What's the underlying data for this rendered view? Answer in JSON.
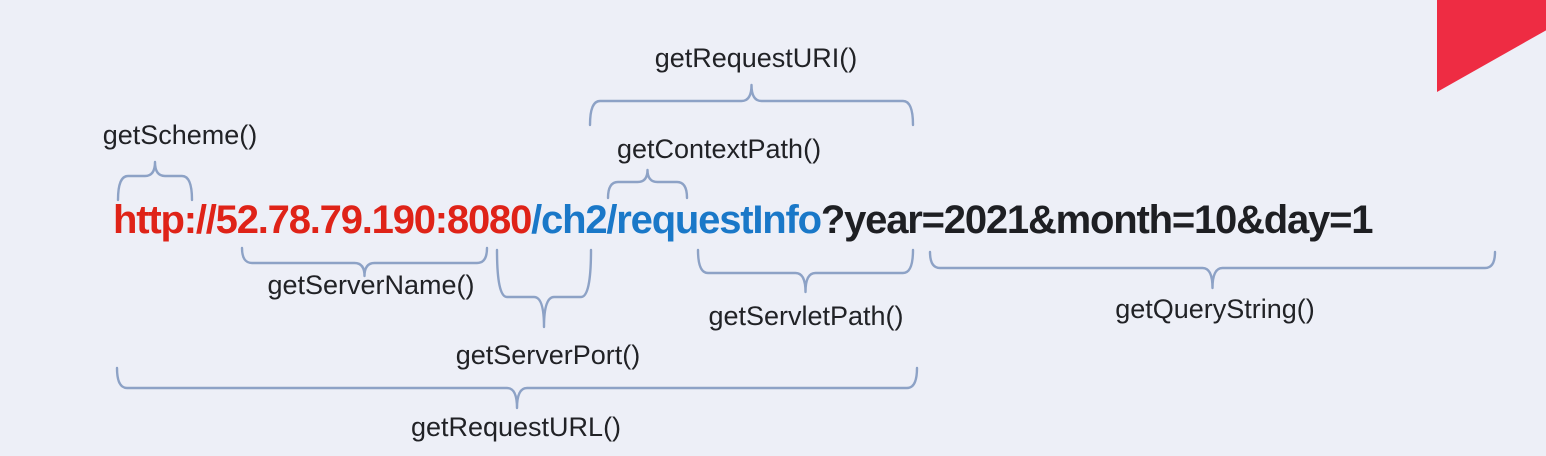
{
  "diagram": {
    "title_context": "HttpServletRequest URL methods diagram",
    "url": {
      "scheme_host_port": "http://52.78.79.190:8080",
      "path": "/ch2/requestInfo",
      "query": "?year=2021&month=10&day=1"
    },
    "labels": {
      "scheme": "getScheme()",
      "request_uri": "getRequestURI()",
      "context_path": "getContextPath()",
      "server_name": "getServerName()",
      "server_port": "getServerPort()",
      "servlet_path": "getServletPath()",
      "query_string": "getQueryString()",
      "request_url": "getRequestURL()"
    },
    "colors": {
      "background": "#edeff7",
      "url_scheme_host_port": "#df2318",
      "url_path": "#1a78c8",
      "url_query": "#1e1f23",
      "label_text": "#212226",
      "brace_stroke": "#8da2c6",
      "corner_accent": "#ee2c43"
    }
  }
}
